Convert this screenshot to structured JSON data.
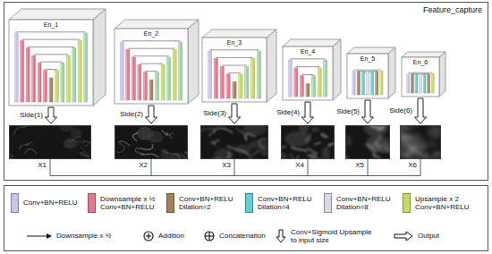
{
  "diagram": {
    "nodes": [
      {
        "text": [
          "Feature_capture"
        ]
      },
      {
        "text": [
          "En_1"
        ],
        "in": 0
      },
      {
        "text": [
          "En_2"
        ],
        "in": 0
      },
      {
        "text": [
          "En_3"
        ],
        "in": 0
      },
      {
        "text": [
          "En_4"
        ],
        "in": 0
      },
      {
        "text": [
          "En_5"
        ],
        "in": 0
      },
      {
        "text": [
          "En_6"
        ],
        "in": 0
      },
      {
        "text": [
          "X1"
        ],
        "in": 0
      },
      {
        "text": [
          "X2"
        ],
        "in": 0
      },
      {
        "text": [
          "X3"
        ],
        "in": 0
      },
      {
        "text": [
          "X4"
        ],
        "in": 0
      },
      {
        "text": [
          "X5"
        ],
        "in": 0
      },
      {
        "text": [
          "X6"
        ],
        "in": 0
      }
    ],
    "edges": [
      {
        "from": 1,
        "to": 7,
        "arrow": "to",
        "label": "Side(1)"
      },
      {
        "from": 2,
        "to": 8,
        "arrow": "to",
        "label": "Side(2)"
      },
      {
        "from": 3,
        "to": 9,
        "arrow": "to",
        "label": "Side(3)"
      },
      {
        "from": 4,
        "to": 10,
        "arrow": "to",
        "label": "Side(4)"
      },
      {
        "from": 5,
        "to": 11,
        "arrow": "to",
        "label": "Side(5)"
      },
      {
        "from": 6,
        "to": 12,
        "arrow": "to",
        "label": "Side(6)"
      }
    ],
    "legend": [
      {
        "text": "Conv+BN+RELU",
        "color": "#c9c3ef"
      },
      {
        "text": "Downsample x ½ Conv+BN+RELU",
        "color": "#e5788e"
      },
      {
        "text": "Conv+BN+RELU Dilation=2",
        "color": "#a5805f"
      },
      {
        "text": "Conv+BN+RELU Dilation=4",
        "color": "#5fd0d6"
      },
      {
        "text": "Conv+BN+RELU Dilation=8",
        "color": "#dcd6e6"
      },
      {
        "text": "Upsample x 2 Conv+BN+RELU",
        "color": "#c5dd62"
      },
      {
        "text": "Downsample x ½"
      },
      {
        "text": "Addition"
      },
      {
        "text": "Concatenation"
      },
      {
        "text": "Conv+Sigmoid Upsample to input size"
      },
      {
        "text": "Output"
      }
    ]
  }
}
